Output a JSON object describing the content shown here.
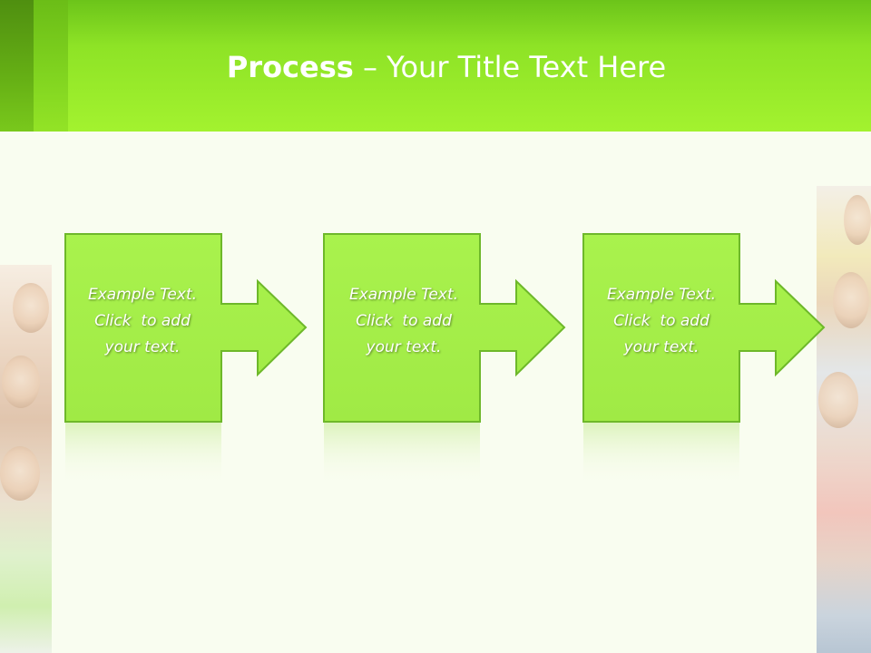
{
  "header": {
    "title_strong": "Process",
    "title_rest": "– Your Title Text Here"
  },
  "steps": [
    {
      "line1": "Example Text.",
      "line2": "Click  to add",
      "line3": "your text."
    },
    {
      "line1": "Example Text.",
      "line2": "Click  to add",
      "line3": "your text."
    },
    {
      "line1": "Example Text.",
      "line2": "Click  to add",
      "line3": "your text."
    }
  ],
  "colors": {
    "header_green": "#a3f22f",
    "shape_fill": "#a8f04a",
    "shape_border": "#6eb82a",
    "background": "#f9fdf0"
  }
}
